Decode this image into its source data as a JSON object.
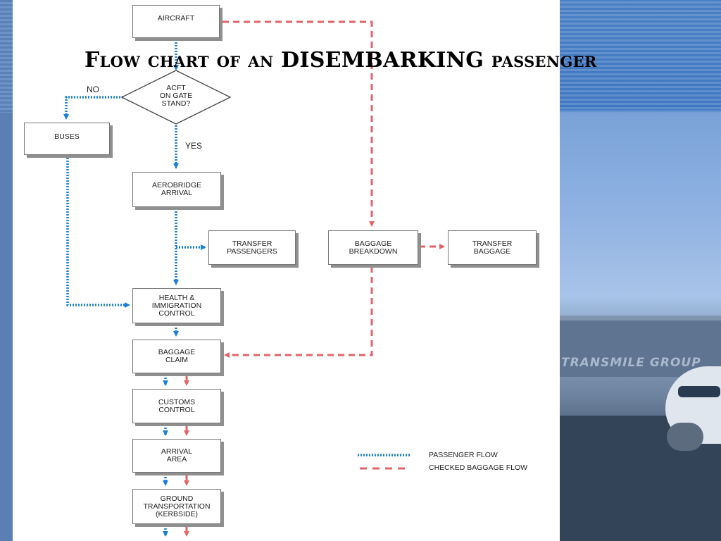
{
  "title": "Flow chart of an DISEMBARKING passenger",
  "background_sign": "TRANSMILE GROUP",
  "nodes": {
    "aircraft": "AIRCRAFT",
    "decision": "ACFT\nON GATE\nSTAND?",
    "buses": "BUSES",
    "aerobridge": "AEROBRIDGE\nARRIVAL",
    "transfer_passengers": "TRANSFER\nPASSENGERS",
    "baggage_breakdown": "BAGGAGE\nBREAKDOWN",
    "transfer_baggage": "TRANSFER\nBAGGAGE",
    "health": "HEALTH &\nIMMIGRATION\nCONTROL",
    "baggage_claim": "BAGGAGE\nCLAIM",
    "customs": "CUSTOMS\nCONTROL",
    "arrival_area": "ARRIVAL\nAREA",
    "ground": "GROUND\nTRANSPORTATION\n(KERBSIDE)"
  },
  "edge_labels": {
    "no": "NO",
    "yes": "YES"
  },
  "legend": {
    "passenger": "PASSENGER FLOW",
    "baggage": "CHECKED BAGGAGE FLOW"
  },
  "colors": {
    "passenger_flow": "#1a7fd6",
    "baggage_flow": "#e06468"
  }
}
